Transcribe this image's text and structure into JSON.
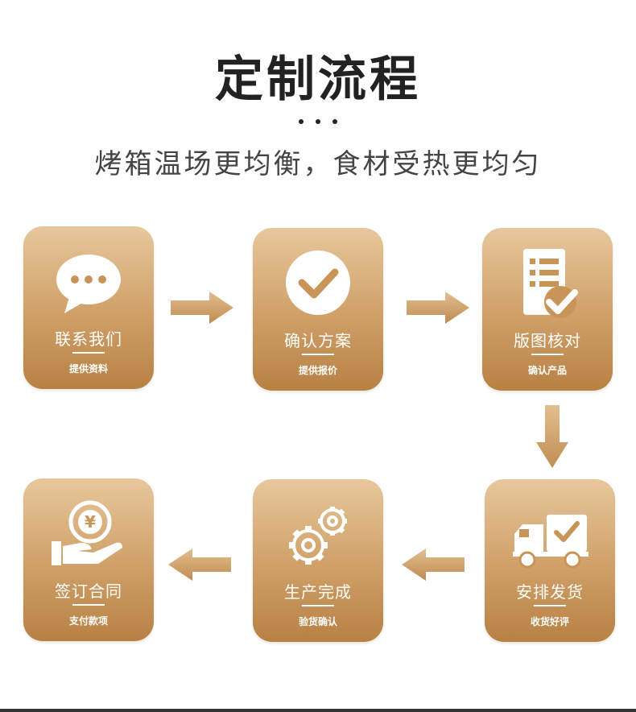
{
  "header": {
    "title": "定制流程",
    "subtitle": "烤箱温场更均衡，食材受热更均匀"
  },
  "steps": [
    {
      "label": "联系我们",
      "sub": "提供资料",
      "icon": "chat-bubble-icon"
    },
    {
      "label": "确认方案",
      "sub": "提供报价",
      "icon": "check-circle-icon"
    },
    {
      "label": "版图核对",
      "sub": "确认产品",
      "icon": "checklist-document-icon"
    },
    {
      "label": "安排发货",
      "sub": "收货好评",
      "icon": "delivery-truck-icon"
    },
    {
      "label": "生产完成",
      "sub": "验货确认",
      "icon": "gears-icon"
    },
    {
      "label": "签订合同",
      "sub": "支付款项",
      "icon": "hand-coin-icon"
    }
  ],
  "colors": {
    "card_top": "#e7c79c",
    "card_bottom": "#b88144",
    "arrow": "#c99a5e"
  }
}
